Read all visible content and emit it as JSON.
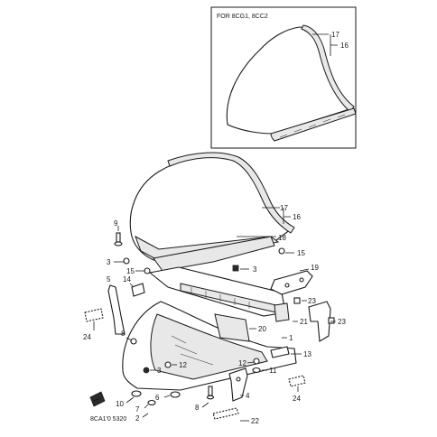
{
  "inset": {
    "title": "FOR 8CG1, 8CC2",
    "labels": {
      "p17": "17",
      "p16": "16"
    }
  },
  "labels": {
    "p17": "17",
    "p16": "16",
    "p18": "18",
    "p9": "9",
    "p15a": "15",
    "p15b": "15",
    "p3a": "3",
    "p3b": "3",
    "p3c": "3",
    "p14": "14",
    "p5": "5",
    "p19": "19",
    "p23a": "23",
    "p23b": "23",
    "p21": "21",
    "p24a": "24",
    "p24b": "24",
    "p20": "20",
    "p1": "1",
    "p13": "13",
    "p8a": "8",
    "p8b": "8",
    "p11": "11",
    "p12a": "12",
    "p12b": "12",
    "p10": "10",
    "p7": "7",
    "p6": "6",
    "p2": "2",
    "p4": "4",
    "p22": "22"
  },
  "catalog_code": "8CA1'0 5320"
}
